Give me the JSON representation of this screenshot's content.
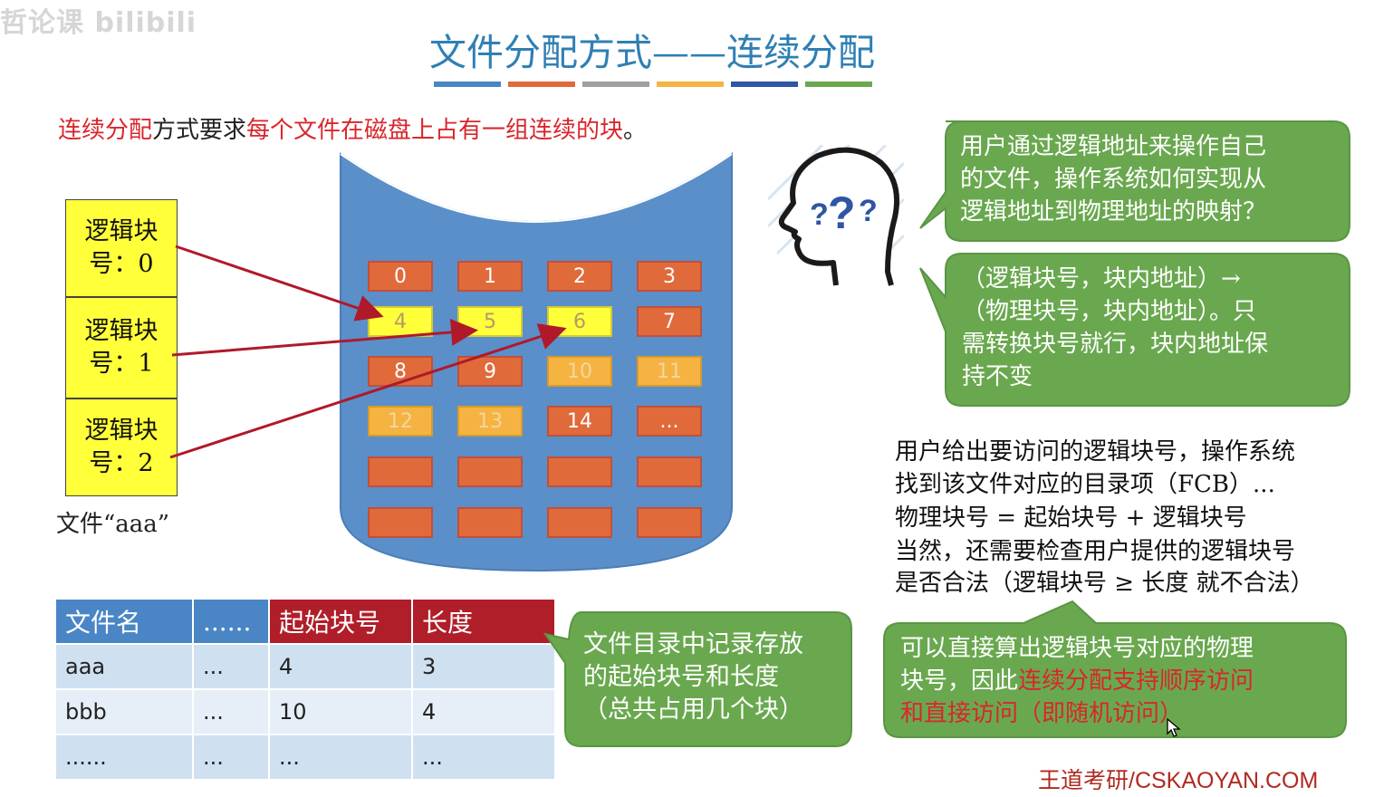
{
  "watermark": "哲论课 bilibili",
  "title": "文件分配方式——连续分配",
  "title_bar_colors": [
    "#4a86c5",
    "#e06a3a",
    "#a0a0a0",
    "#f5b342",
    "#2f55a4",
    "#6aa84f"
  ],
  "intro": {
    "part1": "连续分配",
    "part2": "方式要求",
    "part3": "每个文件在磁盘上占有一组连续的块",
    "part4": "。"
  },
  "logical_blocks": [
    {
      "line1": "逻辑块",
      "line2": "号：0"
    },
    {
      "line1": "逻辑块",
      "line2": "号：1"
    },
    {
      "line1": "逻辑块",
      "line2": "号：2"
    }
  ],
  "file_label": "文件“aaa”",
  "disk_blocks": [
    {
      "label": "0",
      "state": "free"
    },
    {
      "label": "1",
      "state": "free"
    },
    {
      "label": "2",
      "state": "free"
    },
    {
      "label": "3",
      "state": "free"
    },
    {
      "label": "4",
      "state": "aaa"
    },
    {
      "label": "5",
      "state": "aaa"
    },
    {
      "label": "6",
      "state": "aaa"
    },
    {
      "label": "7",
      "state": "free"
    },
    {
      "label": "8",
      "state": "free"
    },
    {
      "label": "9",
      "state": "free"
    },
    {
      "label": "10",
      "state": "bbb"
    },
    {
      "label": "11",
      "state": "bbb"
    },
    {
      "label": "12",
      "state": "bbb"
    },
    {
      "label": "13",
      "state": "bbb"
    },
    {
      "label": "14",
      "state": "free"
    },
    {
      "label": "...",
      "state": "free"
    },
    {
      "label": "",
      "state": "free"
    },
    {
      "label": "",
      "state": "free"
    },
    {
      "label": "",
      "state": "free"
    },
    {
      "label": "",
      "state": "free"
    },
    {
      "label": "",
      "state": "free"
    },
    {
      "label": "",
      "state": "free"
    },
    {
      "label": "",
      "state": "free"
    },
    {
      "label": "",
      "state": "free"
    }
  ],
  "colors": {
    "accent_red": "#d9262c",
    "bubble_green": "#6aa84f",
    "disk_blue": "#5b8fc9",
    "block_orange": "#e06a3a",
    "block_yellow": "#ffff3a",
    "block_amber": "#f5b342"
  },
  "directory_table": {
    "headers": [
      "文件名",
      "......",
      "起始块号",
      "长度"
    ],
    "rows": [
      [
        "aaa",
        "...",
        "4",
        "3"
      ],
      [
        "bbb",
        "...",
        "10",
        "4"
      ],
      [
        "......",
        "...",
        "...",
        "..."
      ]
    ]
  },
  "bubbles": {
    "question": [
      "用户通过逻辑地址来操作自己",
      "的文件，操作系统如何实现从",
      "逻辑地址到物理地址的映射？"
    ],
    "mapping": [
      "（逻辑块号，块内地址）→",
      "（物理块号，块内地址）。只",
      "需转换块号就行，块内地址保",
      "持不变"
    ],
    "directory": [
      "文件目录中记录存放",
      "的起始块号和长度",
      "（总共占用几个块）"
    ],
    "conclusion": {
      "line1": "可以直接算出逻辑块号对应的物理",
      "line2a": "块号，因此",
      "line2b": "连续分配支持顺序访问",
      "line3": "和直接访问（即随机访问）"
    }
  },
  "notes": {
    "line1": "用户给出要访问的逻辑块号，操作系统",
    "line2": "找到该文件对应的目录项（FCB）...",
    "formula": "物理块号 = 起始块号 + 逻辑块号",
    "line4": "当然，还需要检查用户提供的逻辑块号",
    "line5": "是否合法（逻辑块号 ≥ 长度 就不合法）"
  },
  "credit": "王道考研/CSKAOYAN.COM"
}
